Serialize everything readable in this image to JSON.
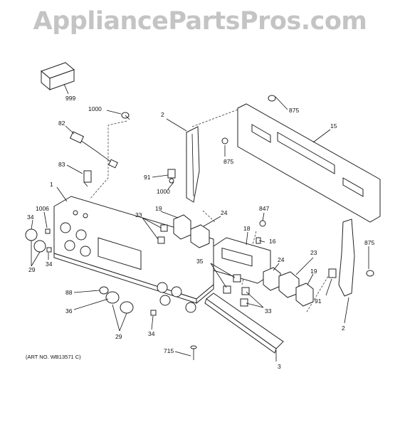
{
  "watermark": "AppliancePartsPros.com",
  "art_number": "(ART NO. WB13571 C)",
  "callouts": {
    "c999": "999",
    "c1000a": "1000",
    "c82": "82",
    "c83": "83",
    "c1": "1",
    "c1006": "1006",
    "c34a": "34",
    "c29a": "29",
    "c34b": "34",
    "c88": "88",
    "c36": "36",
    "c29b": "29",
    "c34c": "34",
    "c715": "715",
    "c2a": "2",
    "c91a": "91",
    "c1000b": "1000",
    "c875a": "875",
    "c875b": "875",
    "c15": "15",
    "c33a": "33",
    "c19a": "19",
    "c24a": "24",
    "c847": "847",
    "c18": "18",
    "c16": "16",
    "c35": "35",
    "c24b": "24",
    "c23": "23",
    "c19b": "19",
    "c33b": "33",
    "c3": "3",
    "c875c": "875",
    "c91b": "91",
    "c2b": "2"
  }
}
